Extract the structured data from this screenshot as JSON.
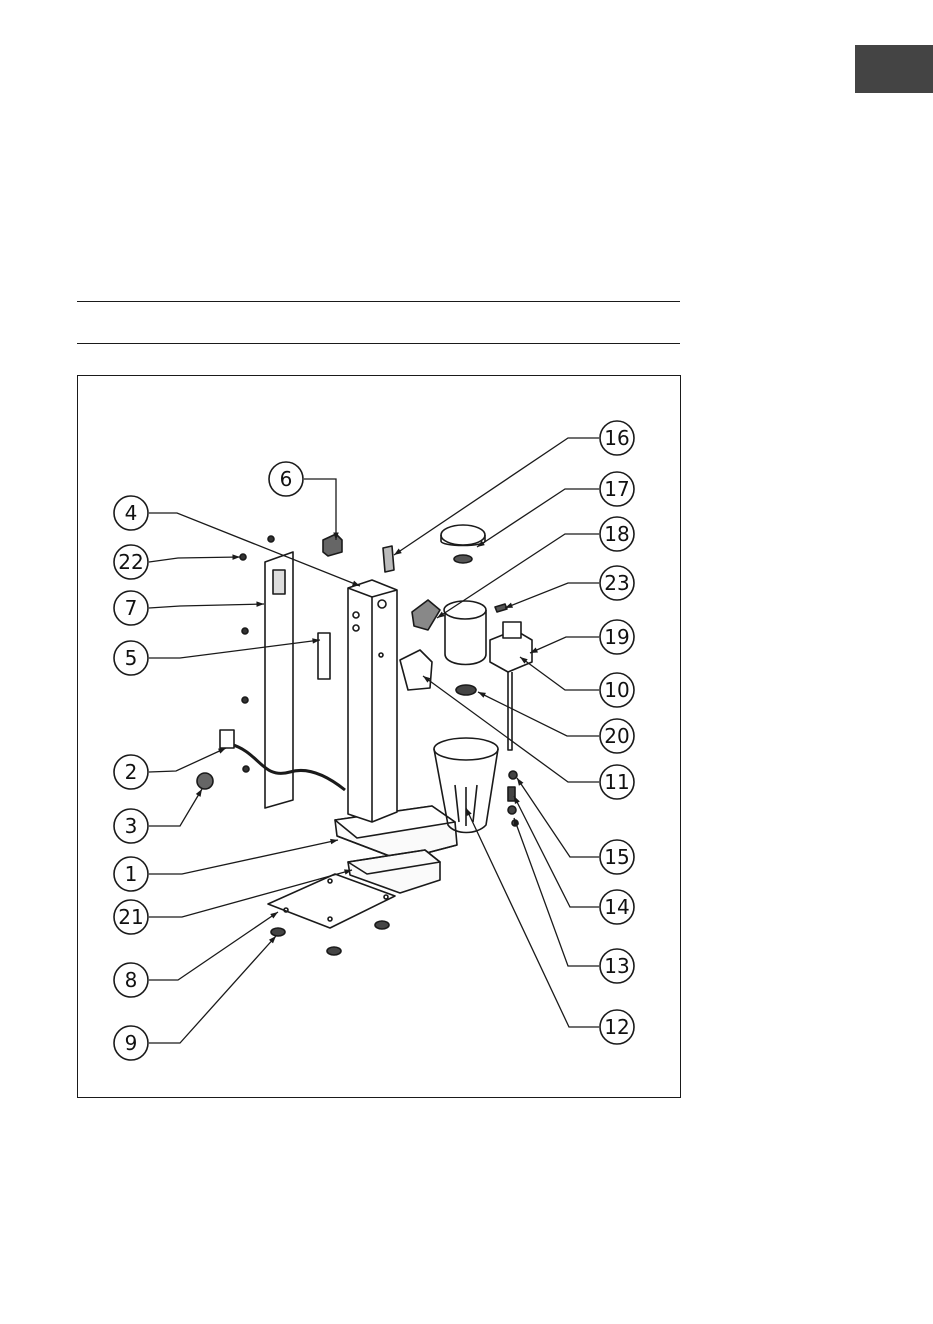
{
  "page": {
    "language_tab": ""
  },
  "diagram": {
    "callouts": [
      {
        "label": "16"
      },
      {
        "label": "17"
      },
      {
        "label": "18"
      },
      {
        "label": "23"
      },
      {
        "label": "19"
      },
      {
        "label": "10"
      },
      {
        "label": "20"
      },
      {
        "label": "11"
      },
      {
        "label": "15"
      },
      {
        "label": "14"
      },
      {
        "label": "13"
      },
      {
        "label": "12"
      },
      {
        "label": "6"
      },
      {
        "label": "4"
      },
      {
        "label": "22"
      },
      {
        "label": "7"
      },
      {
        "label": "5"
      },
      {
        "label": "2"
      },
      {
        "label": "3"
      },
      {
        "label": "1"
      },
      {
        "label": "21"
      },
      {
        "label": "8"
      },
      {
        "label": "9"
      }
    ]
  }
}
